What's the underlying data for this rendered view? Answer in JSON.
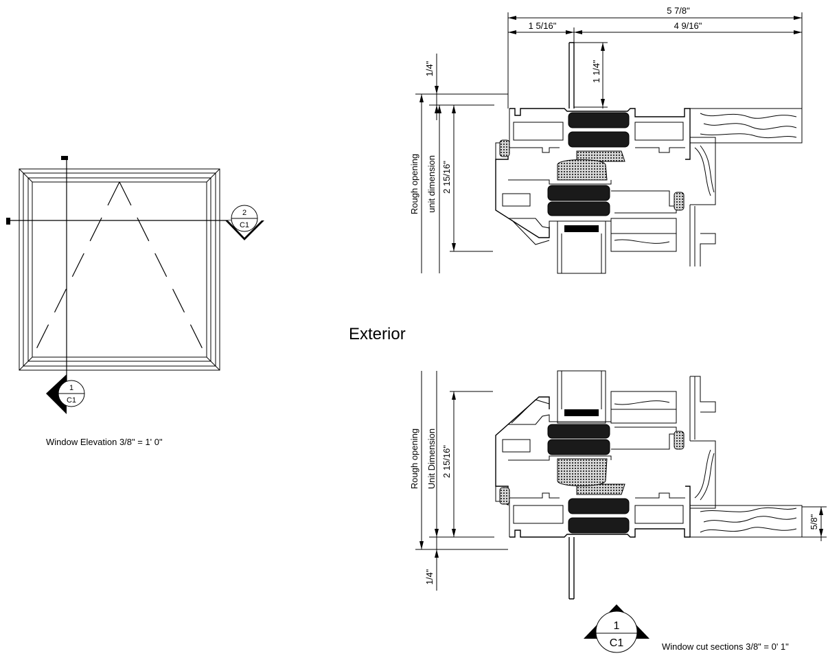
{
  "elevation": {
    "caption": "Window Elevation 3/8\" = 1' 0\"",
    "marker_bottom": {
      "num": "1",
      "sheet": "C1"
    },
    "marker_right": {
      "num": "2",
      "sheet": "C1"
    }
  },
  "section_top": {
    "dim_overall": "5 7/8\"",
    "dim_left": "1 5/16\"",
    "dim_right": "4 9/16\"",
    "dim_quarter": "1/4\"",
    "dim_one_quarter": "1 1/4\"",
    "label_rough": "Rough opening",
    "label_unit": "unit dimension",
    "dim_height": "2 15/16\""
  },
  "exterior_label": "Exterior",
  "section_bottom": {
    "label_rough": "Rough opening",
    "label_unit": "Unit Dimension",
    "dim_height": "2 15/16\"",
    "dim_quarter": "1/4\"",
    "dim_five_eighths": "5/8\"",
    "marker": {
      "num": "1",
      "sheet": "C1"
    },
    "caption": "Window cut sections 3/8\" = 0' 1\""
  }
}
